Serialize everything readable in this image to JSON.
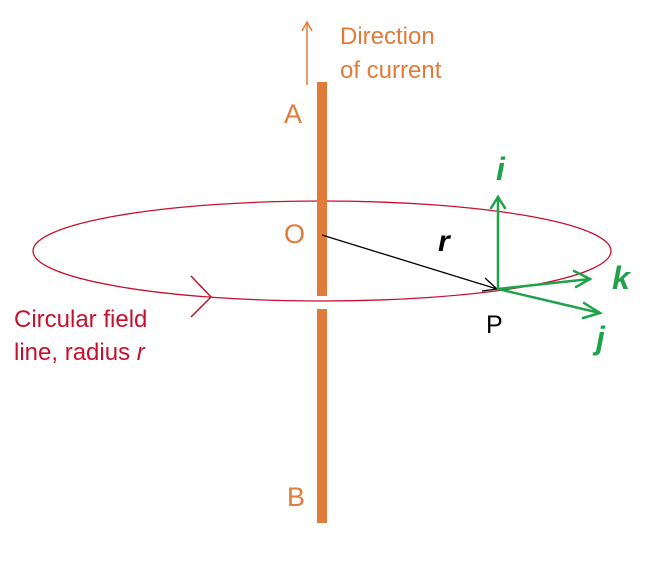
{
  "labels": {
    "direction_line1": "Direction",
    "direction_line2": "of current",
    "point_a": "A",
    "point_o": "O",
    "point_b": "B",
    "point_p": "P",
    "radius": "r",
    "field_line1": "Circular field",
    "field_line2_prefix": "line, radius ",
    "field_line2_var": "r",
    "vec_i": "i",
    "vec_j": "j",
    "vec_k": "k"
  },
  "colors": {
    "wire": "#E07B39",
    "field": "#C8102E",
    "vectors": "#1FA34A",
    "radius": "#000000"
  }
}
